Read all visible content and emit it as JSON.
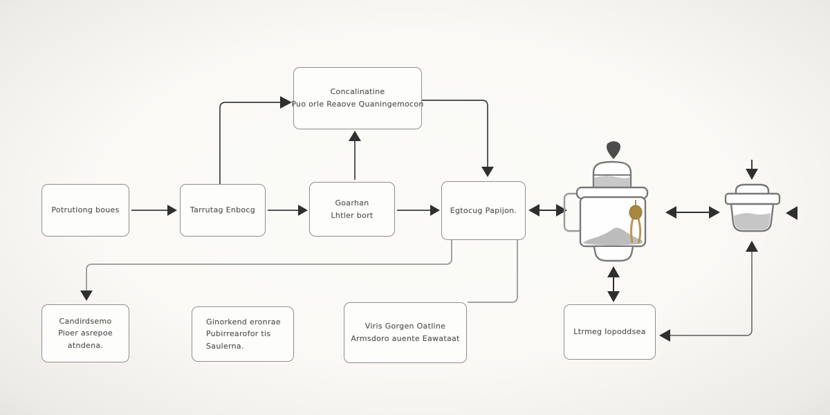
{
  "colors": {
    "background": "#faf9f6",
    "box_border": "#8e8e8e",
    "box_fill": "#fdfdfc",
    "text": "#4f4f4f",
    "arrow": "#2f2f2f",
    "connector_gray": "#979797",
    "powder_gray": "#bcbcbc",
    "content_gray": "#c6c6c6",
    "gold": "#a8873f"
  },
  "nodes": {
    "top_box": {
      "lines": [
        "Concalinatine",
        "Puo orle Reaove Quaningemocon"
      ]
    },
    "row1": [
      {
        "lines": [
          "Potrutiong boues"
        ]
      },
      {
        "lines": [
          "Tarrutag Enbocg"
        ]
      },
      {
        "lines": [
          "Goarhan",
          "Lhtler bort"
        ]
      },
      {
        "lines": [
          "Egtocug Papijon."
        ]
      }
    ],
    "row2": [
      {
        "lines": [
          "Candirdsemo",
          "Pioer asrepoe",
          "atndena."
        ]
      },
      {
        "lines": [
          "Ginorkend eronrae",
          "Pubirrearofor tis",
          "Saulerna."
        ]
      },
      {
        "lines": [
          "Viris Gorgen Oatline",
          "Armsdoro auente Eawataat"
        ]
      },
      {
        "lines": [
          "Ltrmeg Iopoddsea"
        ]
      }
    ]
  },
  "icons": [
    {
      "name": "drip-icon"
    },
    {
      "name": "grinder-jar-illustration"
    },
    {
      "name": "sealed-pot-illustration"
    }
  ]
}
